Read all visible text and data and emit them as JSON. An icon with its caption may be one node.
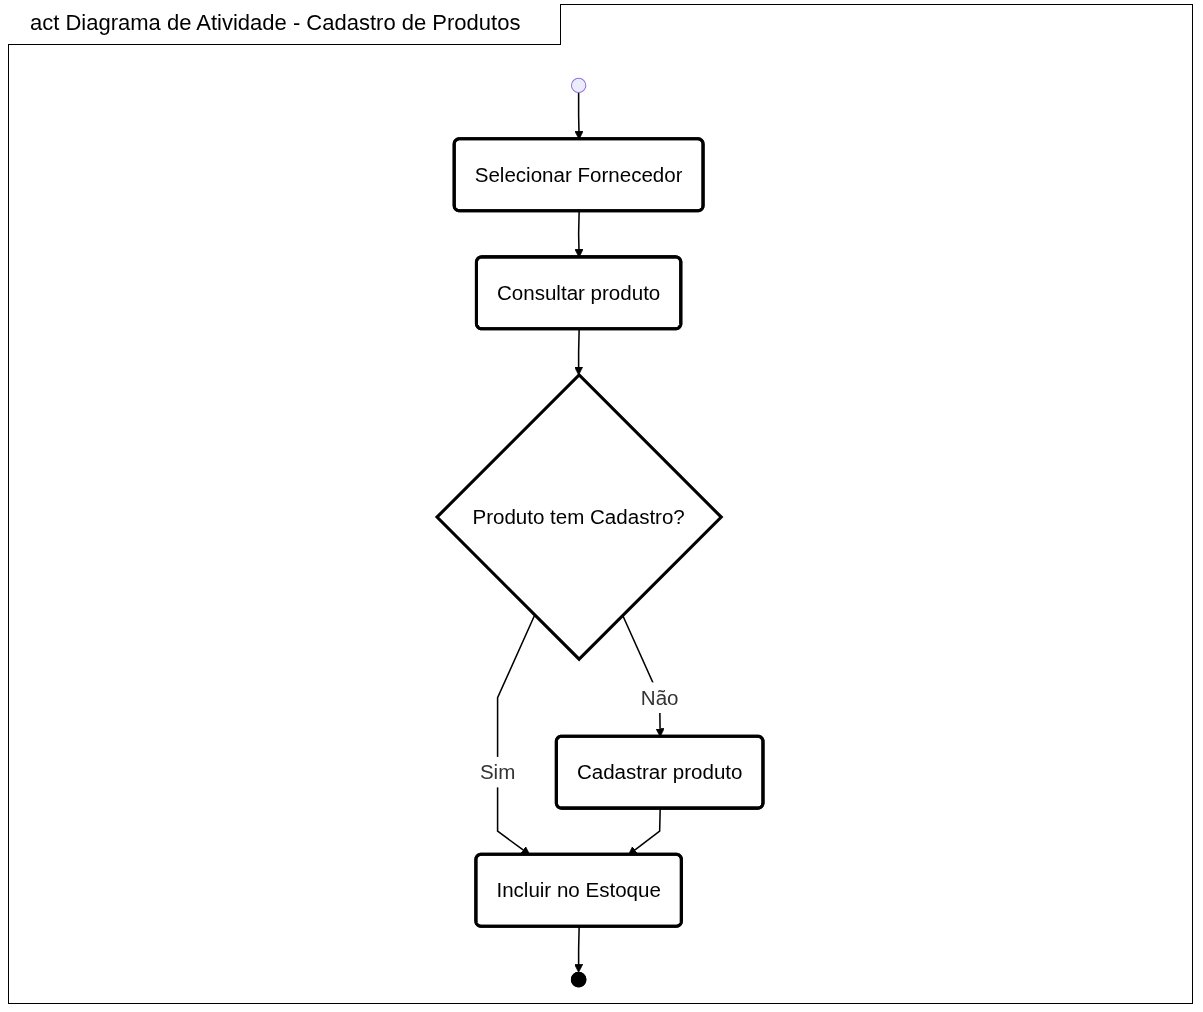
{
  "diagram": {
    "title": "act Diagrama de Atividade - Cadastro de Produtos",
    "nodes": [
      {
        "text": [],
        "shape": "circle"
      },
      {
        "text": [
          "Selecionar Fornecedor"
        ]
      },
      {
        "text": [
          "Consultar produto"
        ]
      },
      {
        "text": [
          "Produto tem Cadastro?"
        ]
      },
      {
        "text": [
          "Cadastrar produto"
        ]
      },
      {
        "text": [
          "Incluir no Estoque"
        ]
      },
      {
        "text": [],
        "shape": "circle"
      }
    ],
    "edges": [
      {
        "from": 0,
        "to": 1,
        "arrow": "to"
      },
      {
        "from": 1,
        "to": 2,
        "arrow": "to"
      },
      {
        "from": 2,
        "to": 3,
        "arrow": "to"
      },
      {
        "from": 3,
        "to": 5,
        "arrow": "to",
        "label": "Sim"
      },
      {
        "from": 3,
        "to": 4,
        "arrow": "to",
        "label": "Não"
      },
      {
        "from": 4,
        "to": 5,
        "arrow": "to"
      },
      {
        "from": 5,
        "to": 6,
        "arrow": "to"
      }
    ]
  }
}
